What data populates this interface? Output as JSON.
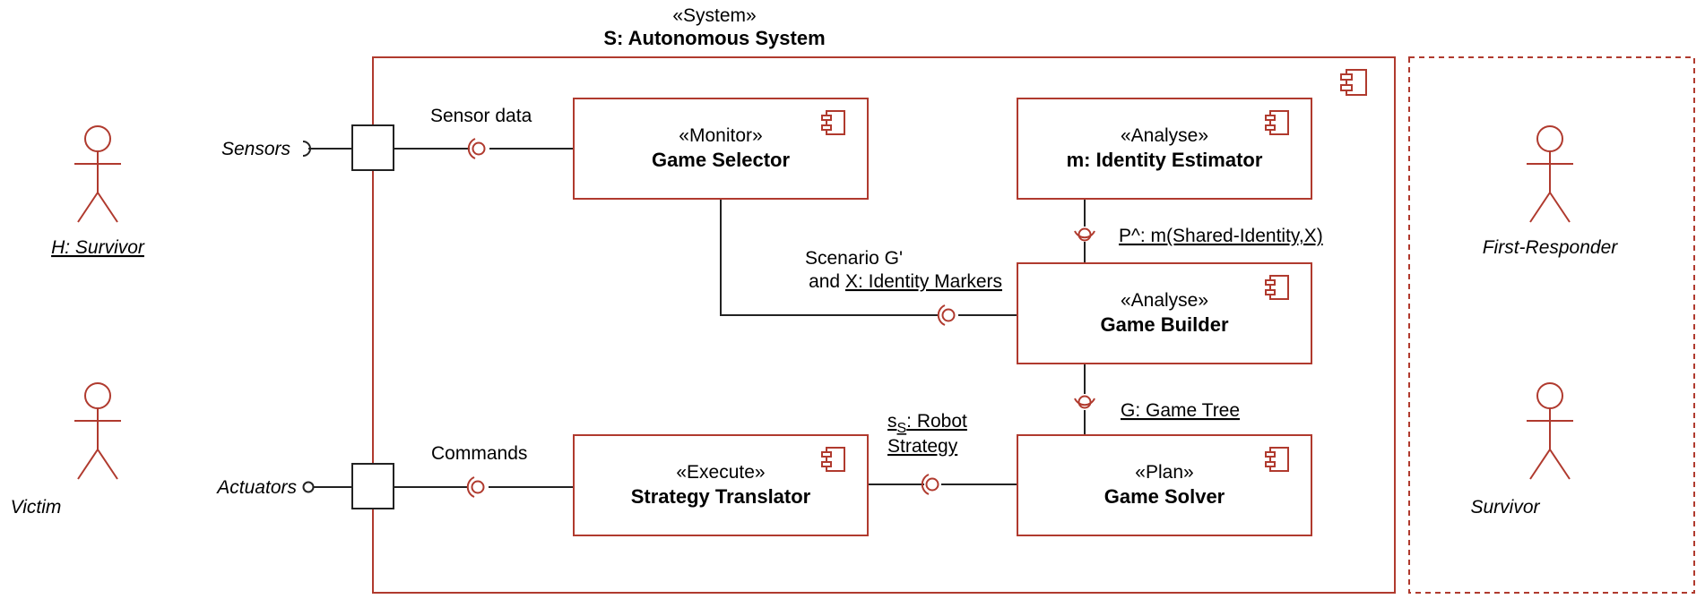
{
  "system": {
    "stereotype": "«System»",
    "name": "S: Autonomous System"
  },
  "components": {
    "monitor": {
      "stereotype": "«Monitor»",
      "name": "Game Selector"
    },
    "estimator": {
      "stereotype": "«Analyse»",
      "name": "m: Identity Estimator"
    },
    "builder": {
      "stereotype": "«Analyse»",
      "name": "Game Builder"
    },
    "execute": {
      "stereotype": "«Execute»",
      "name": "Strategy Translator"
    },
    "plan": {
      "stereotype": "«Plan»",
      "name": "Game Solver"
    }
  },
  "ports": {
    "sensors": "Sensors",
    "actuators": "Actuators"
  },
  "labels": {
    "sensor_data": "Sensor data",
    "commands": "Commands",
    "scenario_line1": "Scenario G'",
    "scenario_and": "and ",
    "scenario_markers": "X: Identity Markers",
    "p_estimate": "P^: m(Shared-Identity,X)",
    "game_tree": "G: Game Tree",
    "strategy_s": "s",
    "strategy_sub": "S",
    "strategy_rest": ": Robot",
    "strategy_line2": "Strategy"
  },
  "actors": {
    "survivor_h": "H: Survivor",
    "victim": "Victim",
    "first_responder": "First-Responder",
    "survivor": "Survivor"
  },
  "colors": {
    "line": "#b03a2e",
    "dark": "#222222"
  }
}
